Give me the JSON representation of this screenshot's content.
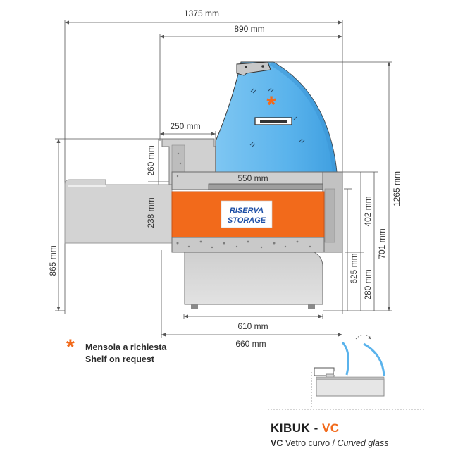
{
  "dimensions": {
    "total_width": "1375 mm",
    "top_width": "890 mm",
    "shelf_depth": "250 mm",
    "upper_height": "260 mm",
    "storage_height": "238 mm",
    "inner_width": "550 mm",
    "total_height": "1265 mm",
    "height_402": "402 mm",
    "height_701": "701 mm",
    "height_625": "625 mm",
    "height_280": "280 mm",
    "height_865": "865 mm",
    "base_width": "610 mm",
    "base_depth": "660 mm"
  },
  "storage_label": {
    "line1": "RISERVA",
    "line2": "STORAGE"
  },
  "legend": {
    "symbol": "*",
    "line1": "Mensola a richiesta",
    "line2": "Shelf on request"
  },
  "model": {
    "name": "KIBUK",
    "separator": " - ",
    "variant": "VC"
  },
  "subtitle": {
    "code": "VC",
    "italian": "Vetro curvo",
    "separator": " / ",
    "english": "Curved glass"
  },
  "colors": {
    "glass": "#5ab3ec",
    "storage": "#f26a1b",
    "body": "#d6d6d6",
    "label_text": "#1d4fa6"
  }
}
